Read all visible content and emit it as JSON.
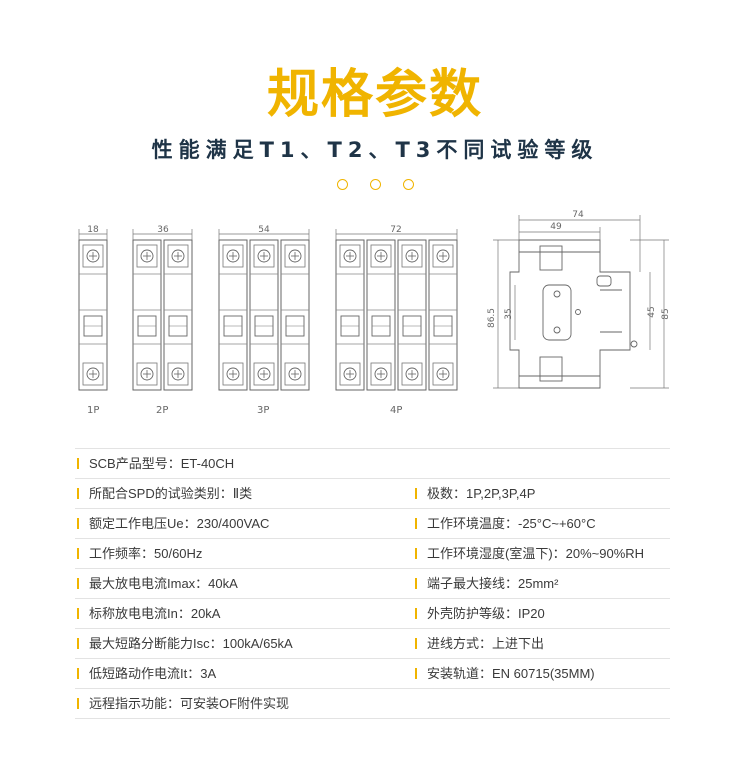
{
  "title": "规格参数",
  "subtitle": "性能满足T1、T2、T3不同试验等级",
  "colors": {
    "accent": "#f0b400",
    "subtitle": "#1f3447",
    "line": "#555555"
  },
  "drawing": {
    "widths": [
      "18",
      "36",
      "54",
      "72"
    ],
    "pole_labels": [
      "1P",
      "2P",
      "3P",
      "4P"
    ],
    "side_dims": {
      "total_width": "74",
      "rail_width": "49",
      "depth_outer": "86.5",
      "depth_inner": "35",
      "height_inner": "45",
      "height_outer": "85"
    }
  },
  "specs": {
    "rows": [
      {
        "left": "SCB产品型号：ET-40CH",
        "right": ""
      },
      {
        "left": "所配合SPD的试验类别：Ⅱ类",
        "right": "极数：1P,2P,3P,4P"
      },
      {
        "left": "额定工作电压Ue：230/400VAC",
        "right": "工作环境温度：-25°C~+60°C"
      },
      {
        "left": "工作频率：50/60Hz",
        "right": "工作环境湿度(室温下)：20%~90%RH"
      },
      {
        "left": "最大放电电流Imax：40kA",
        "right": "端子最大接线：25mm²"
      },
      {
        "left": "标称放电电流In：20kA",
        "right": "外壳防护等级：IP20"
      },
      {
        "left": "最大短路分断能力Isc：100kA/65kA",
        "right": "进线方式：上进下出"
      },
      {
        "left": "低短路动作电流It：3A",
        "right": "安装轨道：EN 60715(35MM)"
      },
      {
        "left": "远程指示功能：可安装OF附件实现",
        "right": ""
      }
    ]
  }
}
